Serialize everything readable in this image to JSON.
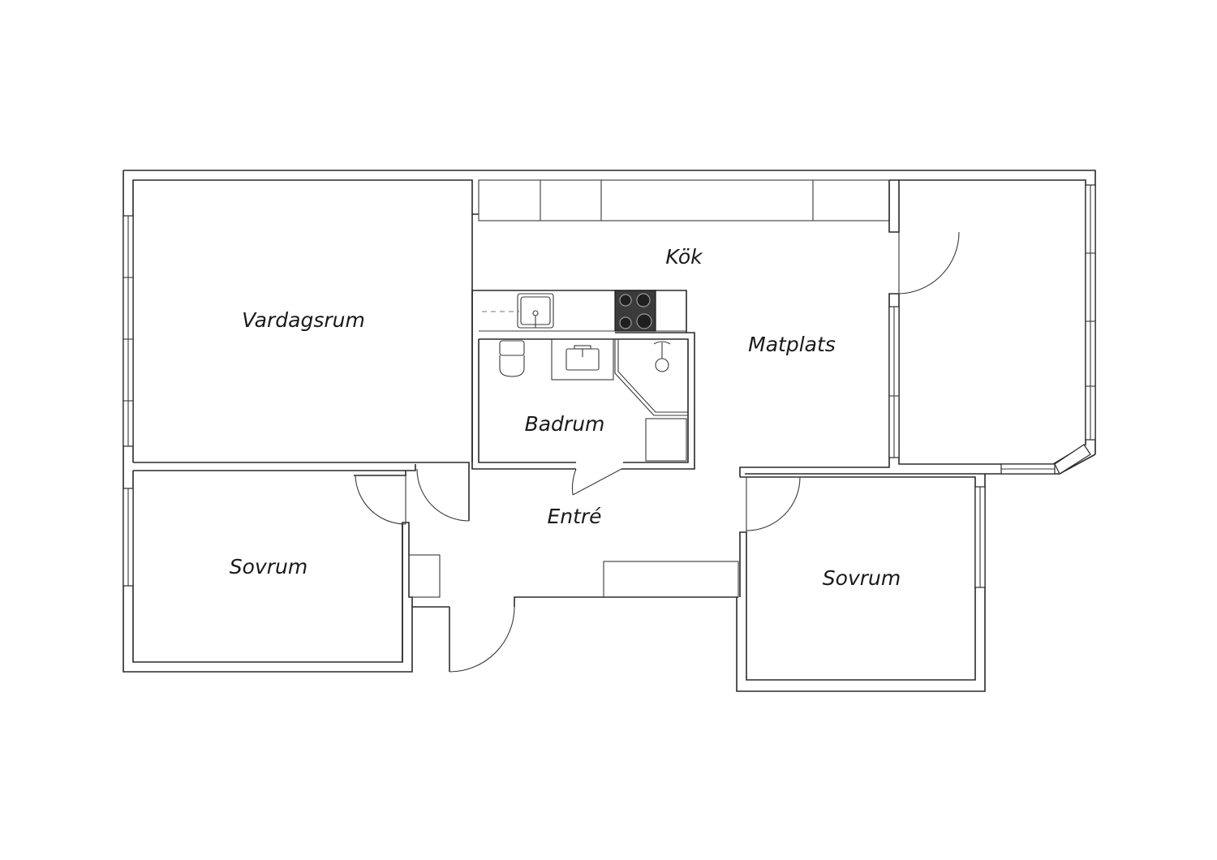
{
  "rooms": {
    "vardagsrum": "Vardagsrum",
    "kok": "Kök",
    "matplats": "Matplats",
    "badrum": "Badrum",
    "entre": "Entré",
    "sovrum_left": "Sovrum",
    "sovrum_right": "Sovrum"
  },
  "colors": {
    "wall": "#2a2a2a",
    "background": "#ffffff",
    "hob": "#3b3b3b"
  }
}
